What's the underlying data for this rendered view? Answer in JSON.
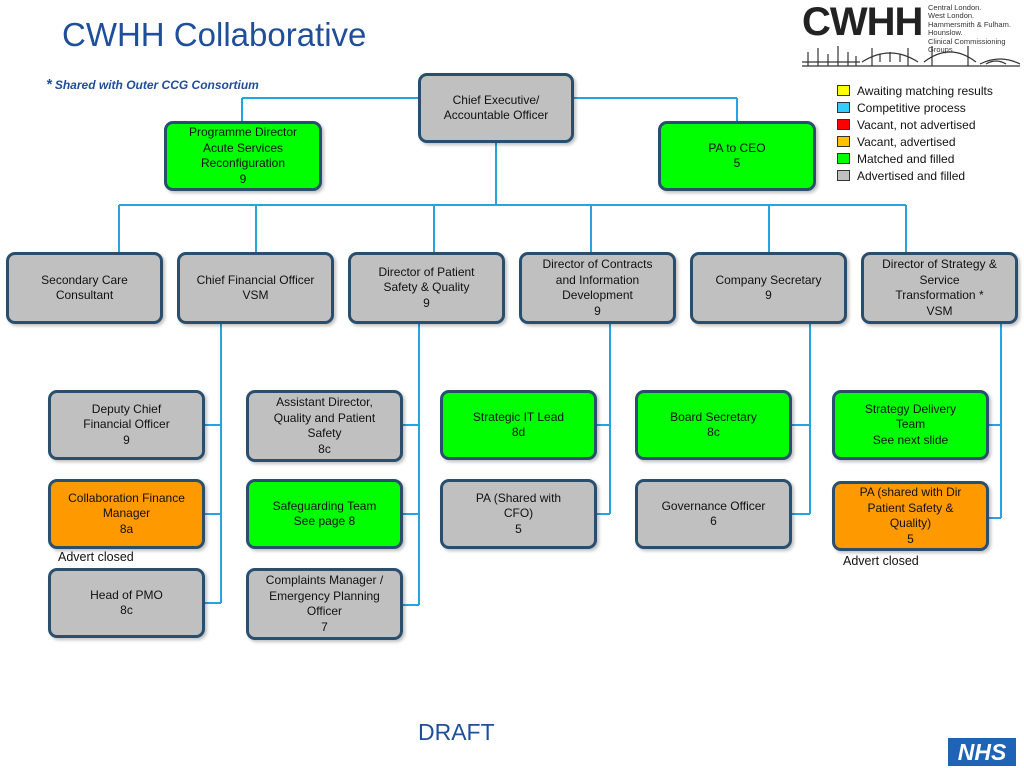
{
  "title": "CWHH Collaborative",
  "subtitle": {
    "marker": "*",
    "text": "Shared with Outer CCG Consortium"
  },
  "logo": {
    "text": "CWHH",
    "subtitle": "Central London.\nWest London.\nHammersmith & Fulham.\nHounslow.\nClinical Commissioning Groups"
  },
  "colors": {
    "awaiting": "#ffff00",
    "competitive": "#33ccff",
    "vacant_not_advertised": "#ff0000",
    "vacant_advertised": "#ffc000",
    "matched": "#00ff00",
    "advertised_filled": "#c0c0c0",
    "orange_box": "#ff9900",
    "connector": "#29a3e0",
    "border": "#2a4f6e"
  },
  "legend": [
    {
      "label": "Awaiting matching results",
      "color": "#ffff00"
    },
    {
      "label": "Competitive process",
      "color": "#33ccff"
    },
    {
      "label": "Vacant, not advertised",
      "color": "#ff0000"
    },
    {
      "label": "Vacant, advertised",
      "color": "#ffc000"
    },
    {
      "label": "Matched and filled",
      "color": "#00ff00"
    },
    {
      "label": "Advertised and filled",
      "color": "#c0c0c0"
    }
  ],
  "boxes": {
    "ceo": "Chief Executive/\nAccountable Officer",
    "prog_director": "Programme Director\nAcute Services\nReconfiguration\n9",
    "pa_ceo": "PA to CEO\n5",
    "secondary_care": "Secondary Care\nConsultant",
    "cfo": "Chief Financial Officer\nVSM",
    "dir_patient_safety": "Director of Patient\nSafety & Quality\n9",
    "dir_contracts": "Director of Contracts\nand Information\nDevelopment\n9",
    "company_secretary": "Company Secretary\n9",
    "dir_strategy": "Director of Strategy &\nService\nTransformation *\nVSM",
    "deputy_cfo": "Deputy Chief\nFinancial Officer\n9",
    "collab_finance": "Collaboration Finance\nManager\n8a",
    "head_pmo": "Head of PMO\n8c",
    "asst_director": "Assistant Director,\nQuality and Patient\nSafety\n8c",
    "safeguarding": "Safeguarding Team\nSee page 8",
    "complaints": "Complaints Manager /\nEmergency Planning\nOfficer\n7",
    "strategic_it": "Strategic IT Lead\n8d",
    "pa_cfo": "PA  (Shared with\nCFO)\n5",
    "board_secretary": "Board Secretary\n8c",
    "governance": "Governance Officer\n6",
    "strategy_delivery": "Strategy Delivery\nTeam\nSee next slide",
    "pa_dir_patient": "PA (shared with Dir\nPatient Safety &\nQuality)\n5"
  },
  "notes": {
    "advert_closed_left": "Advert closed",
    "advert_closed_right": "Advert closed"
  },
  "footer": {
    "draft": "DRAFT",
    "nhs": "NHS"
  }
}
